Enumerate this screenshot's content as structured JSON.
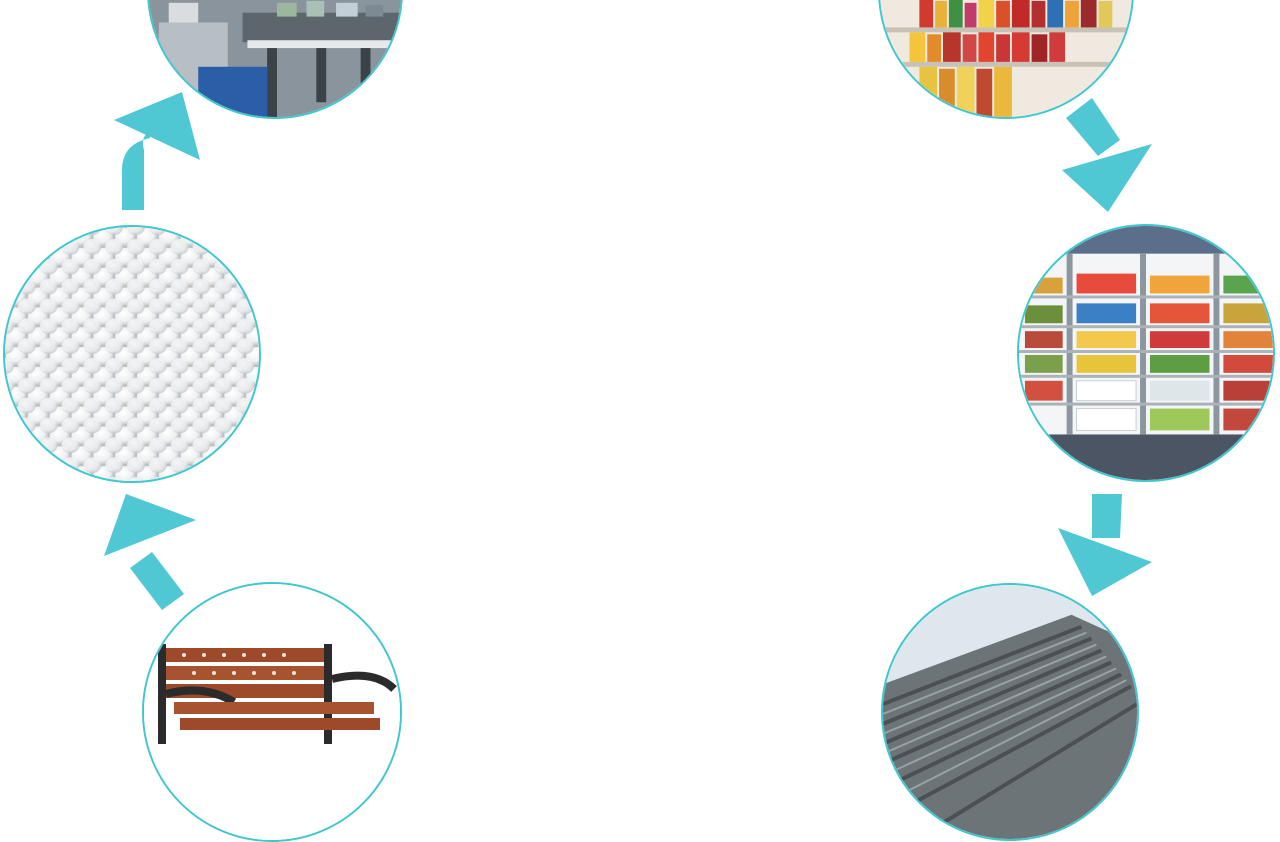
{
  "diagram": {
    "accent_color": "#4fc8d4",
    "nodes": [
      {
        "id": "factory",
        "icon": "factory-machinery-icon"
      },
      {
        "id": "shelves",
        "icon": "supermarket-shelves-icon"
      },
      {
        "id": "pellets",
        "icon": "plastic-pellets-icon"
      },
      {
        "id": "fridge",
        "icon": "refrigerated-display-icon"
      },
      {
        "id": "bench",
        "icon": "park-bench-icon"
      },
      {
        "id": "roof",
        "icon": "roof-panels-icon"
      }
    ],
    "arrows": [
      {
        "from": "bench",
        "to": "pellets"
      },
      {
        "from": "pellets",
        "to": "factory"
      },
      {
        "from": "shelves",
        "to": "fridge"
      },
      {
        "from": "fridge",
        "to": "roof"
      }
    ]
  }
}
